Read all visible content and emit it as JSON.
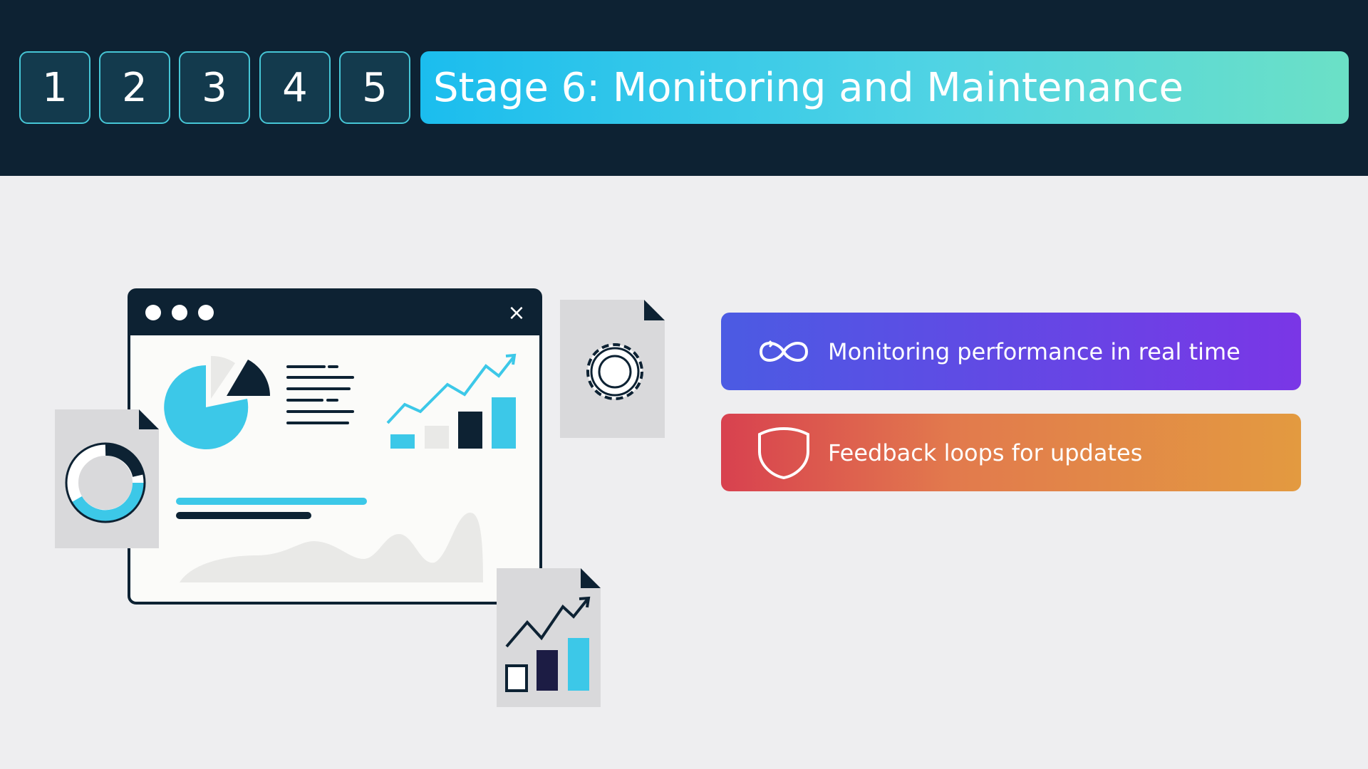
{
  "header": {
    "stage_numbers": [
      "1",
      "2",
      "3",
      "4",
      "5"
    ],
    "title": "Stage 6: Monitoring and Maintenance"
  },
  "illustration": {
    "window_close_glyph": "×"
  },
  "points": [
    {
      "label": "Monitoring performance in real time",
      "icon": "infinity-loop-icon"
    },
    {
      "label": "Feedback loops for updates",
      "icon": "shield-icon"
    }
  ],
  "colors": {
    "dark_navy": "#0d2233",
    "cyan": "#3cc8e8",
    "card_purple": "#6a47e6",
    "card_orange": "#e0744a"
  }
}
